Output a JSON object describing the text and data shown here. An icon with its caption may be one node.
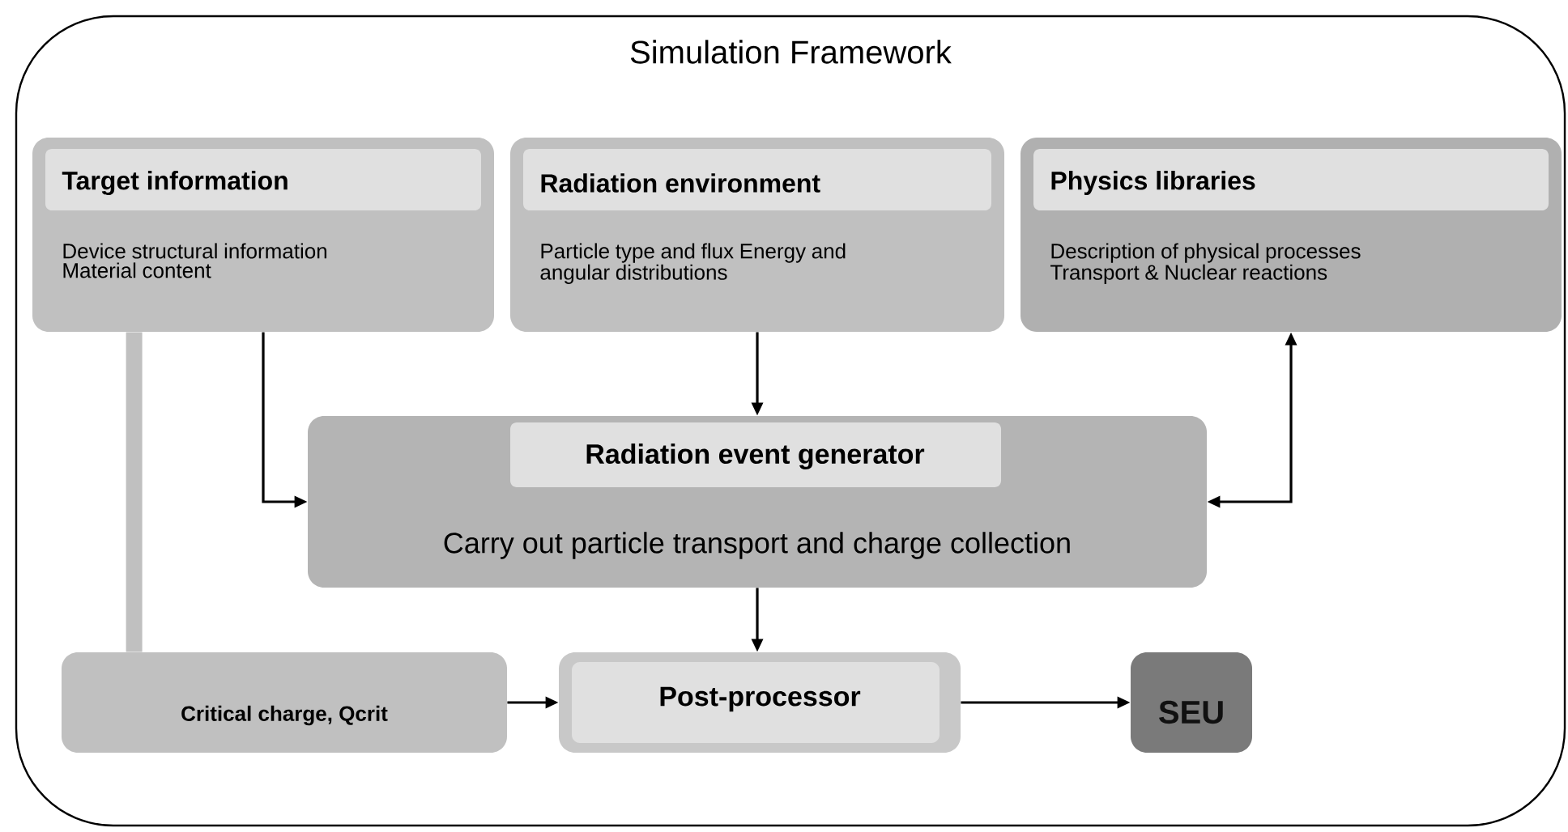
{
  "diagram": {
    "nodes": [
      {
        "text": [
          "Simulation Framework"
        ]
      },
      {
        "text": [
          "Target information",
          "Device structural information Material content"
        ],
        "in": 0
      },
      {
        "text": [
          "Radiation environment",
          "Particle type and flux Energy and angular distributions"
        ],
        "in": 0
      },
      {
        "text": [
          "Physics libraries",
          "Description of physical processes Transport & Nuclear reactions"
        ],
        "in": 0
      },
      {
        "text": [
          "Radiation event generator",
          "Carry out particle transport and charge collection"
        ],
        "in": 0
      },
      {
        "text": [
          "Critical charge, Qcrit"
        ],
        "in": 0
      },
      {
        "text": [
          "Post-processor"
        ],
        "in": 0
      },
      {
        "text": [
          "SEU"
        ],
        "in": 0
      }
    ],
    "edges": [
      {
        "from": 1,
        "to": 4,
        "arrow": "to"
      },
      {
        "from": 2,
        "to": 4,
        "arrow": "to"
      },
      {
        "from": 3,
        "to": 4,
        "arrow": "both"
      },
      {
        "from": 4,
        "to": 6,
        "arrow": "to"
      },
      {
        "from": 5,
        "to": 6,
        "arrow": "to"
      },
      {
        "from": 6,
        "to": 7,
        "arrow": "to"
      },
      {
        "from": 1,
        "to": 5,
        "arrow": "none",
        "style": "thick",
        "color": "#c0c0c0"
      }
    ]
  }
}
